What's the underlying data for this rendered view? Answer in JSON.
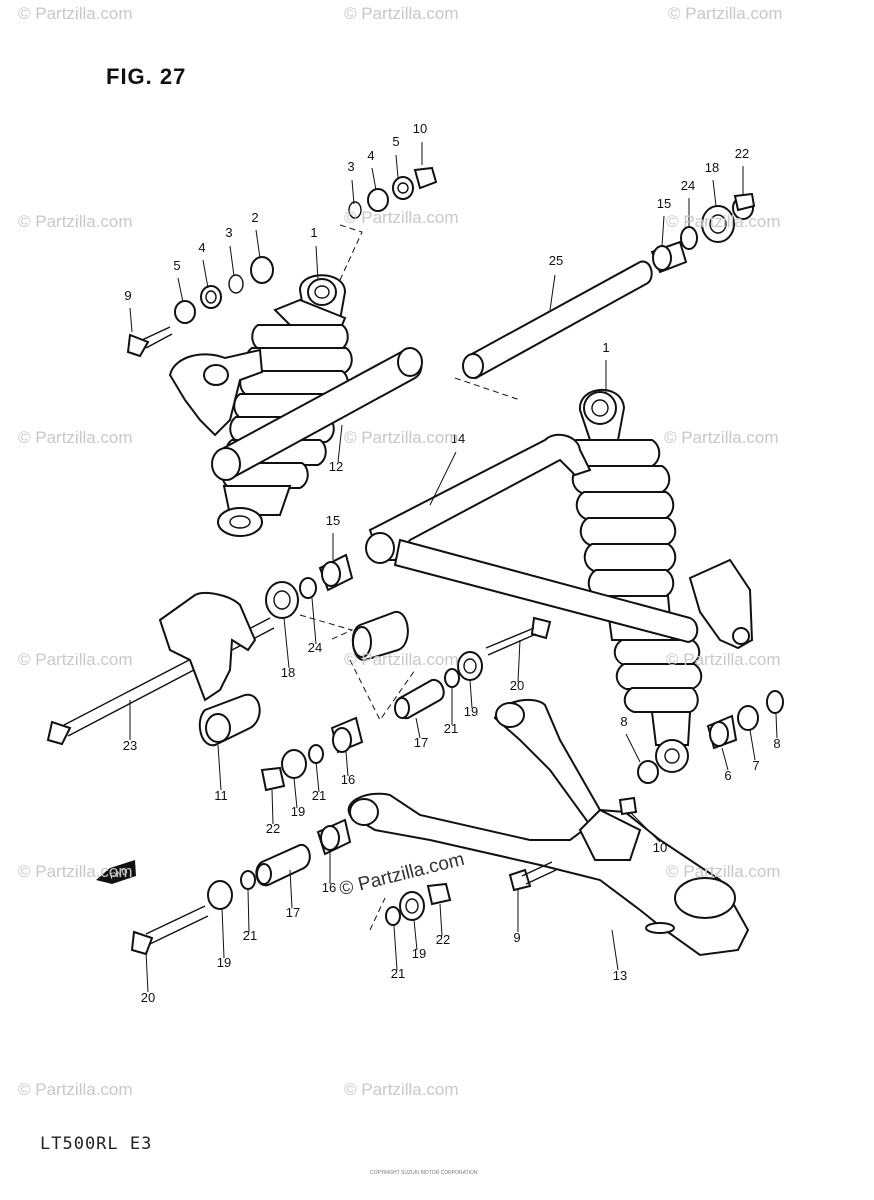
{
  "figure": {
    "title": "FIG. 27"
  },
  "model": "LT500RL E3",
  "footer_text": "COPYRIGHT SUZUKI MOTOR CORPORATION",
  "fwd_label": "FWD",
  "watermark_text": "© Partzilla.com",
  "watermarks": [
    {
      "id": "wm-1"
    },
    {
      "id": "wm-2"
    },
    {
      "id": "wm-3"
    },
    {
      "id": "wm-4"
    },
    {
      "id": "wm-5"
    },
    {
      "id": "wm-6"
    },
    {
      "id": "wm-7"
    },
    {
      "id": "wm-8"
    },
    {
      "id": "wm-9"
    },
    {
      "id": "wm-10"
    },
    {
      "id": "wm-11"
    },
    {
      "id": "wm-12"
    },
    {
      "id": "wm-13"
    },
    {
      "id": "wm-14"
    },
    {
      "id": "wm-15"
    },
    {
      "id": "wm-16"
    }
  ],
  "callouts": [
    "10",
    "5",
    "4",
    "3",
    "3",
    "2",
    "1",
    "5",
    "4",
    "9",
    "22",
    "18",
    "24",
    "15",
    "25",
    "12",
    "1",
    "14",
    "15",
    "18",
    "24",
    "23",
    "11",
    "20",
    "21",
    "19",
    "17",
    "21",
    "16",
    "19",
    "22",
    "8",
    "6",
    "7",
    "8",
    "10",
    "16",
    "17",
    "21",
    "19",
    "20",
    "9",
    "21",
    "19",
    "22",
    "13"
  ]
}
